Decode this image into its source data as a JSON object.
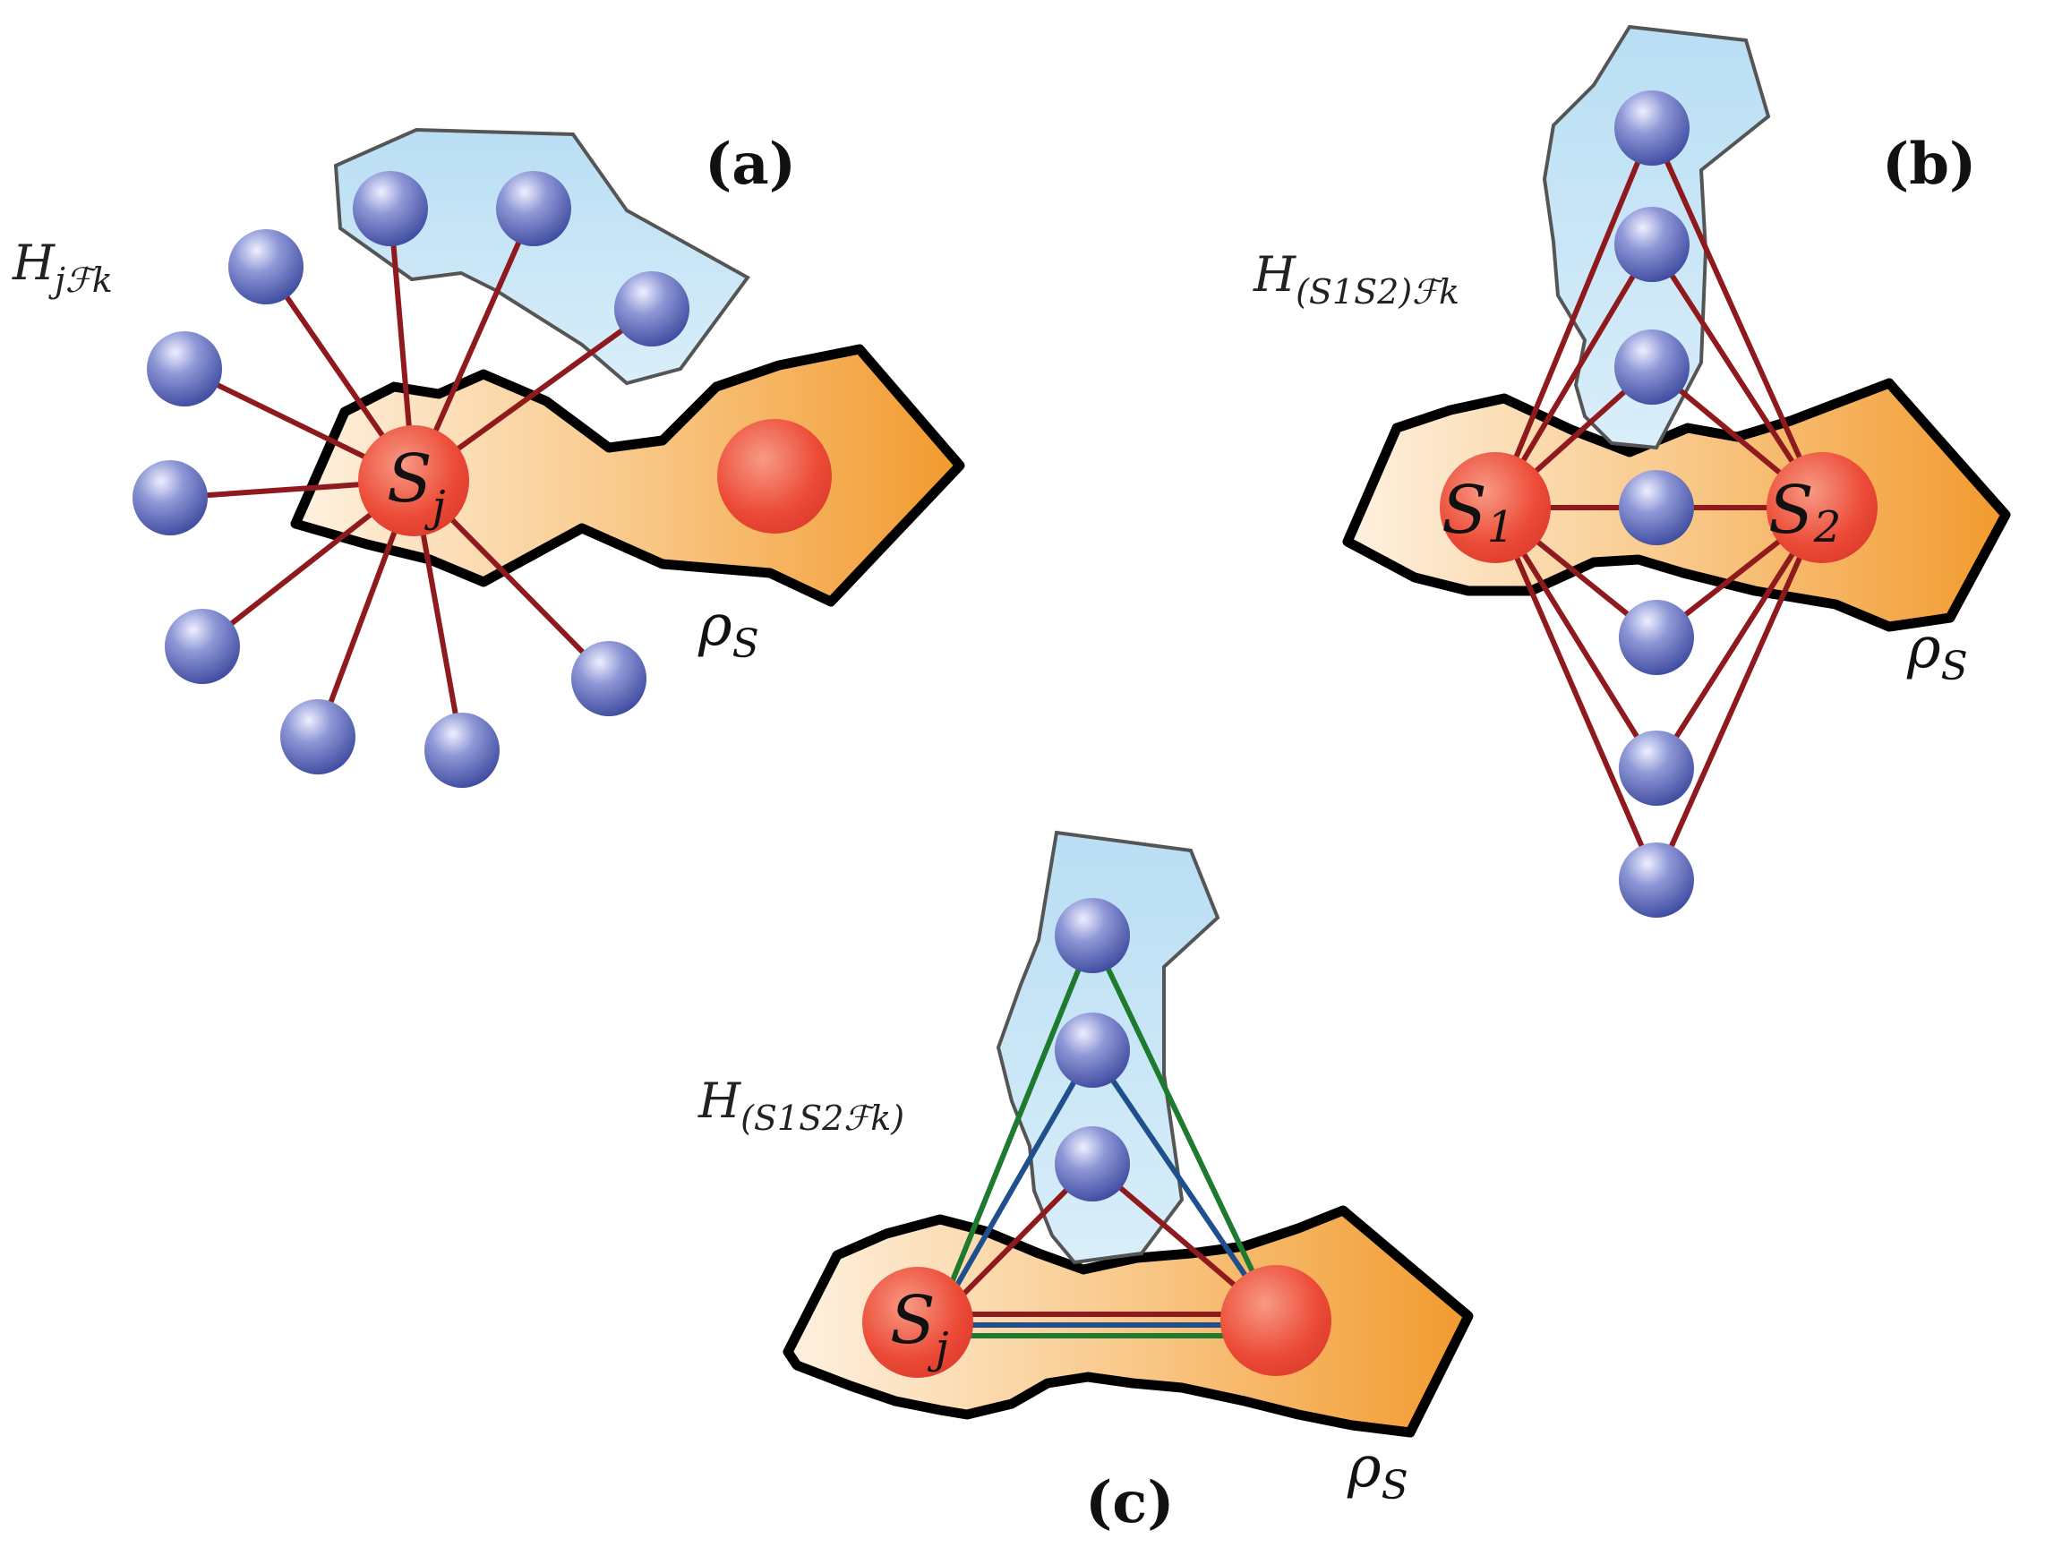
{
  "panels": {
    "a": {
      "label": "(a)",
      "hamiltonian": {
        "base": "H",
        "sub": "jℱk"
      },
      "system_node": {
        "base": "S",
        "sub": "j"
      },
      "rho": {
        "base": "ρ",
        "sub": "S"
      }
    },
    "b": {
      "label": "(b)",
      "hamiltonian": {
        "base": "H",
        "sub": "(S1S2)ℱk"
      },
      "node_1": {
        "base": "S",
        "sub": "1"
      },
      "node_2": {
        "base": "S",
        "sub": "2"
      },
      "rho": {
        "base": "ρ",
        "sub": "S"
      }
    },
    "c": {
      "label": "(c)",
      "hamiltonian": {
        "base": "H",
        "sub": "(S1S2ℱk)"
      },
      "system_node": {
        "base": "S",
        "sub": "j"
      },
      "rho": {
        "base": "ρ",
        "sub": "S"
      }
    }
  },
  "colors": {
    "environment_fill": "#bfe3f6",
    "system_fill_light": "#fde6c8",
    "system_fill_dark": "#f3a23b",
    "red_node": "#e8483a",
    "blue_node": "#4a56ad",
    "link_red": "#8f1a1e",
    "link_green": "#1d7a2f",
    "link_blue": "#1f4f8c"
  }
}
